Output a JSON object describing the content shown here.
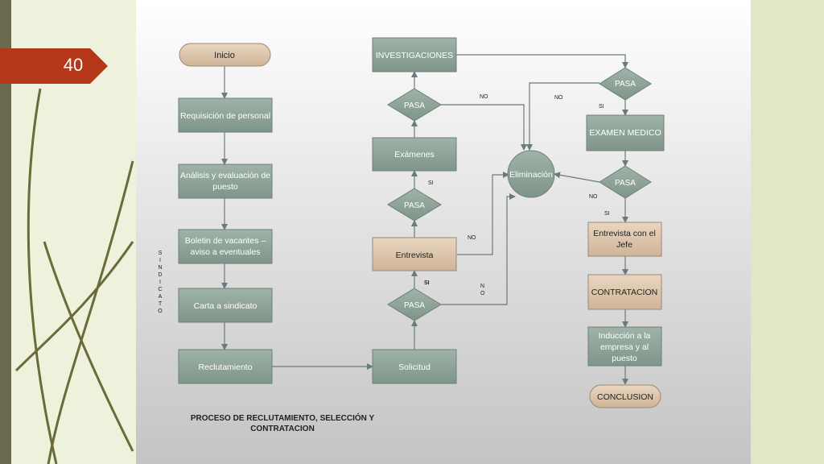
{
  "slide": {
    "number": "40"
  },
  "diagram": {
    "title_line1": "PROCESO DE RECLUTAMIENTO, SELECCIÓN Y",
    "title_line2": "CONTRATACION",
    "sindicato_letters": [
      "S",
      "I",
      "N",
      "D",
      "I",
      "C",
      "A",
      "T",
      "O"
    ],
    "nodes": {
      "inicio": "Inicio",
      "requisicion": "Requisición de personal",
      "analisis_1": "Análisis y evaluación de",
      "analisis_2": "puesto",
      "boletin_1": "Boletin de vacantes –",
      "boletin_2": "aviso a eventuales",
      "carta": "Carta a sindicato",
      "reclutamiento": "Reclutamiento",
      "solicitud": "Solicitud",
      "pasa_a": "PASA",
      "entrevista": "Entrevista",
      "pasa_b": "PASA",
      "examenes": "Exámenes",
      "pasa_c": "PASA",
      "investigaciones": "INVESTIGACIONES",
      "eliminacion": "Eliminación",
      "pasa_d": "PASA",
      "examen_medico": "EXAMEN MEDICO",
      "pasa_e": "PASA",
      "entrevista_jefe_1": "Entrevista con el",
      "entrevista_jefe_2": "Jefe",
      "contratacion": "CONTRATACION",
      "induccion_1": "Inducción a la",
      "induccion_2": "empresa y al",
      "induccion_3": "puesto",
      "conclusion": "CONCLUSION"
    },
    "edge_labels": {
      "si_solicitud": "SI",
      "no_solicitud_n": "N",
      "no_solicitud_o": "O",
      "no_entrevista": "NO",
      "si_entrevista": "SI",
      "no_examenes": "NO",
      "no_investigaciones": "NO",
      "si_investigaciones": "SI",
      "no_medico": "NO",
      "si_medico": "SI"
    }
  },
  "colors": {
    "process_fill": "#8fa398",
    "decision_fill": "#8fa398",
    "start_fill": "#d8c0a8",
    "entrevista_fill": "#dcc5ae",
    "arrow": "#6b7b7b",
    "accent": "#b5371a"
  }
}
